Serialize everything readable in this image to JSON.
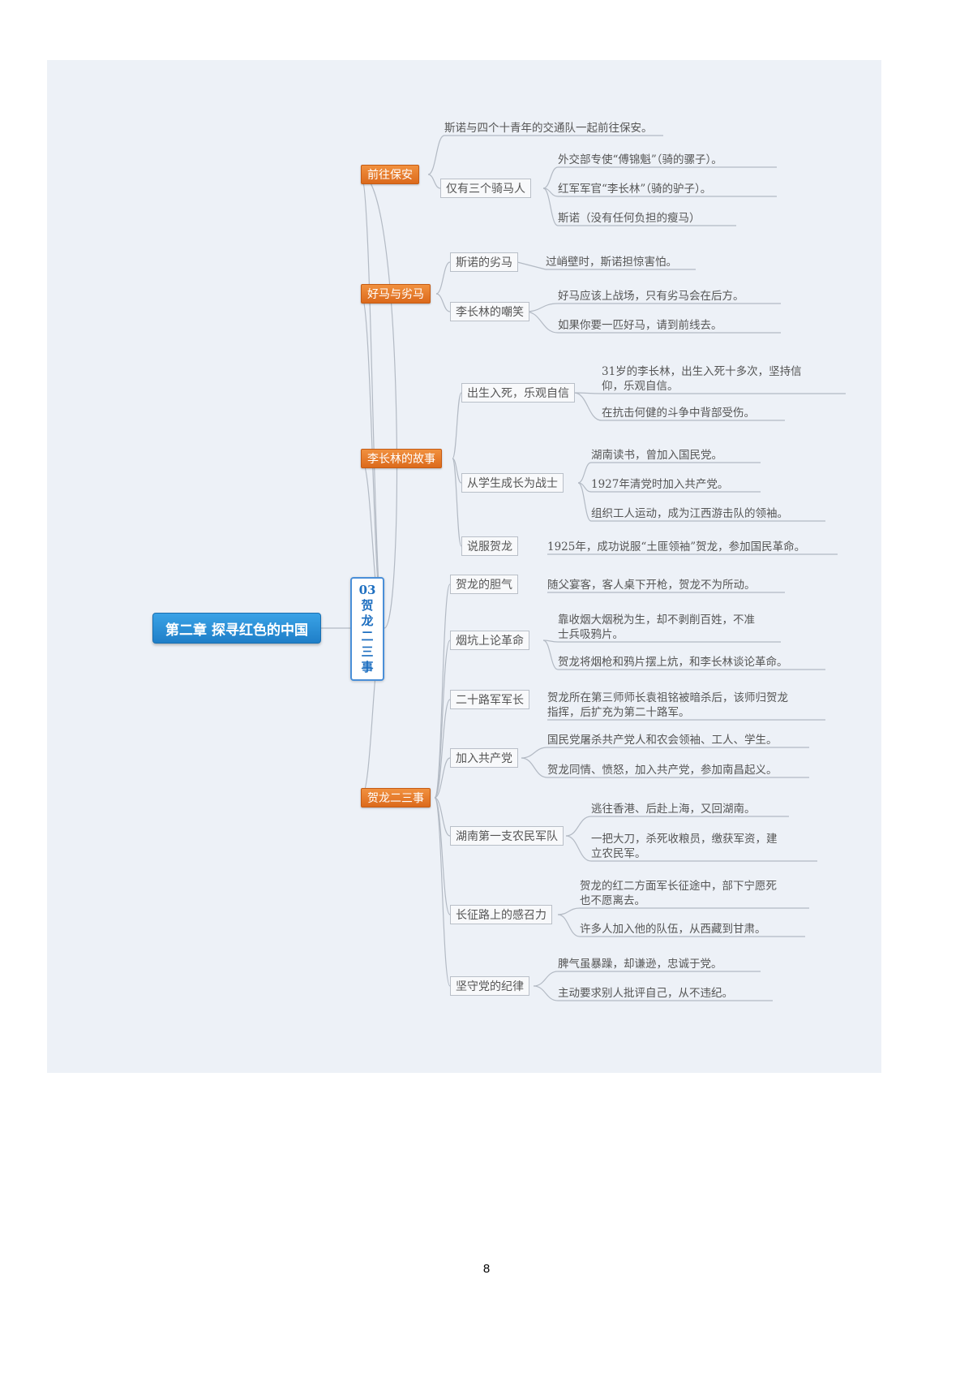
{
  "root": {
    "label": "第二章 探寻红色的中国"
  },
  "section": {
    "number": "03",
    "title_chars": [
      "贺",
      "龙",
      "二",
      "三",
      "事"
    ]
  },
  "topics": [
    {
      "label": "前往保安"
    },
    {
      "label": "好马与劣马"
    },
    {
      "label": "李长林的故事"
    },
    {
      "label": "贺龙二三事"
    }
  ],
  "subtopics": [
    "仅有三个骑马人",
    "斯诺的劣马",
    "李长林的嘲笑",
    "出生入死，乐观自信",
    "从学生成长为战士",
    "说服贺龙",
    "贺龙的胆气",
    "烟坑上论革命",
    "二十路军军长",
    "加入共产党",
    "湖南第一支农民军队",
    "长征路上的感召力",
    "坚守党的纪律"
  ],
  "leaves": [
    "斯诺与四个十青年的交通队一起前往保安。",
    "外交部专使“傅锦魁”（骑的骡子）。",
    "红军军官“李长林”（骑的驴子）。",
    "斯诺（没有任何负担的瘦马）",
    "过峭壁时，斯诺担惊害怕。",
    "好马应该上战场，只有劣马会在后方。",
    "如果你要一匹好马，请到前线去。",
    "31岁的李长林，出生入死十多次，坚持信仰，乐观自信。",
    "在抗击何健的斗争中背部受伤。",
    "湖南读书，曾加入国民党。",
    "1927年清党时加入共产党。",
    "组织工人运动，成为江西游击队的领袖。",
    "1925年，成功说服“土匪领袖”贺龙，参加国民革命。",
    "随父宴客，客人桌下开枪，贺龙不为所动。",
    "靠收烟大烟税为生，却不剥削百姓，不准士兵吸鸦片。",
    "贺龙将烟枪和鸦片摆上炕，和李长林谈论革命。",
    "贺龙所在第三师师长袁祖铭被暗杀后，该师归贺龙指挥，后扩充为第二十路军。",
    "国民党屠杀共产党人和农会领袖、工人、学生。",
    "贺龙同情、愤怒，加入共产党，参加南昌起义。",
    "逃往香港、后赴上海，又回湖南。",
    "一把大刀，杀死收粮员，缴获军资，建立农民军。",
    "贺龙的红二方面军长征途中，部下宁愿死也不愿离去。",
    "许多人加入他的队伍，从西藏到甘肃。",
    "脾气虽暴躁，却谦逊，忠诚于党。",
    "主动要求别人批评自己，从不违纪。"
  ],
  "page_number": "8",
  "colors": {
    "root": "#2a8fd8",
    "topic": "#e57a2a",
    "panel": "#edf1f7",
    "line": "#b3bac4"
  }
}
